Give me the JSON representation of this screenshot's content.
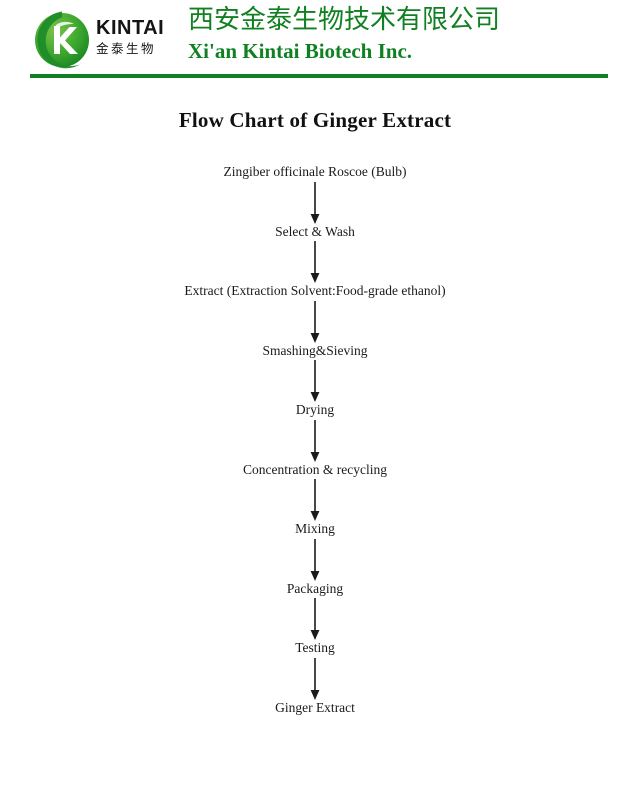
{
  "header": {
    "logo": {
      "mark_icon": "kintai-green-circle-k-logo",
      "latin_wordmark": "KINTAI",
      "chinese_wordmark": "金泰生物"
    },
    "company_name_cn": "西安金泰生物技术有限公司",
    "company_name_en": "Xi'an Kintai Biotech Inc.",
    "rule_color": "#118022",
    "brand_green": "#118022",
    "wordmark_color": "#151515"
  },
  "document": {
    "title": "Flow Chart of Ginger Extract",
    "background_color": "#ffffff",
    "text_color": "#1a1a1a"
  },
  "flow": {
    "arrow_icon": "down-arrow-icon",
    "steps": [
      {
        "label": "Zingiber officinale Roscoe (Bulb)"
      },
      {
        "label": "Select & Wash"
      },
      {
        "label": "Extract (Extraction Solvent:Food-grade ethanol)"
      },
      {
        "label": "Smashing&Sieving"
      },
      {
        "label": "Drying"
      },
      {
        "label": "Concentration & recycling"
      },
      {
        "label": "Mixing"
      },
      {
        "label": "Packaging"
      },
      {
        "label": "Testing"
      },
      {
        "label": "Ginger Extract"
      }
    ],
    "arrow_heights": [
      44,
      44,
      44,
      44,
      44,
      44,
      44,
      44,
      44
    ]
  }
}
